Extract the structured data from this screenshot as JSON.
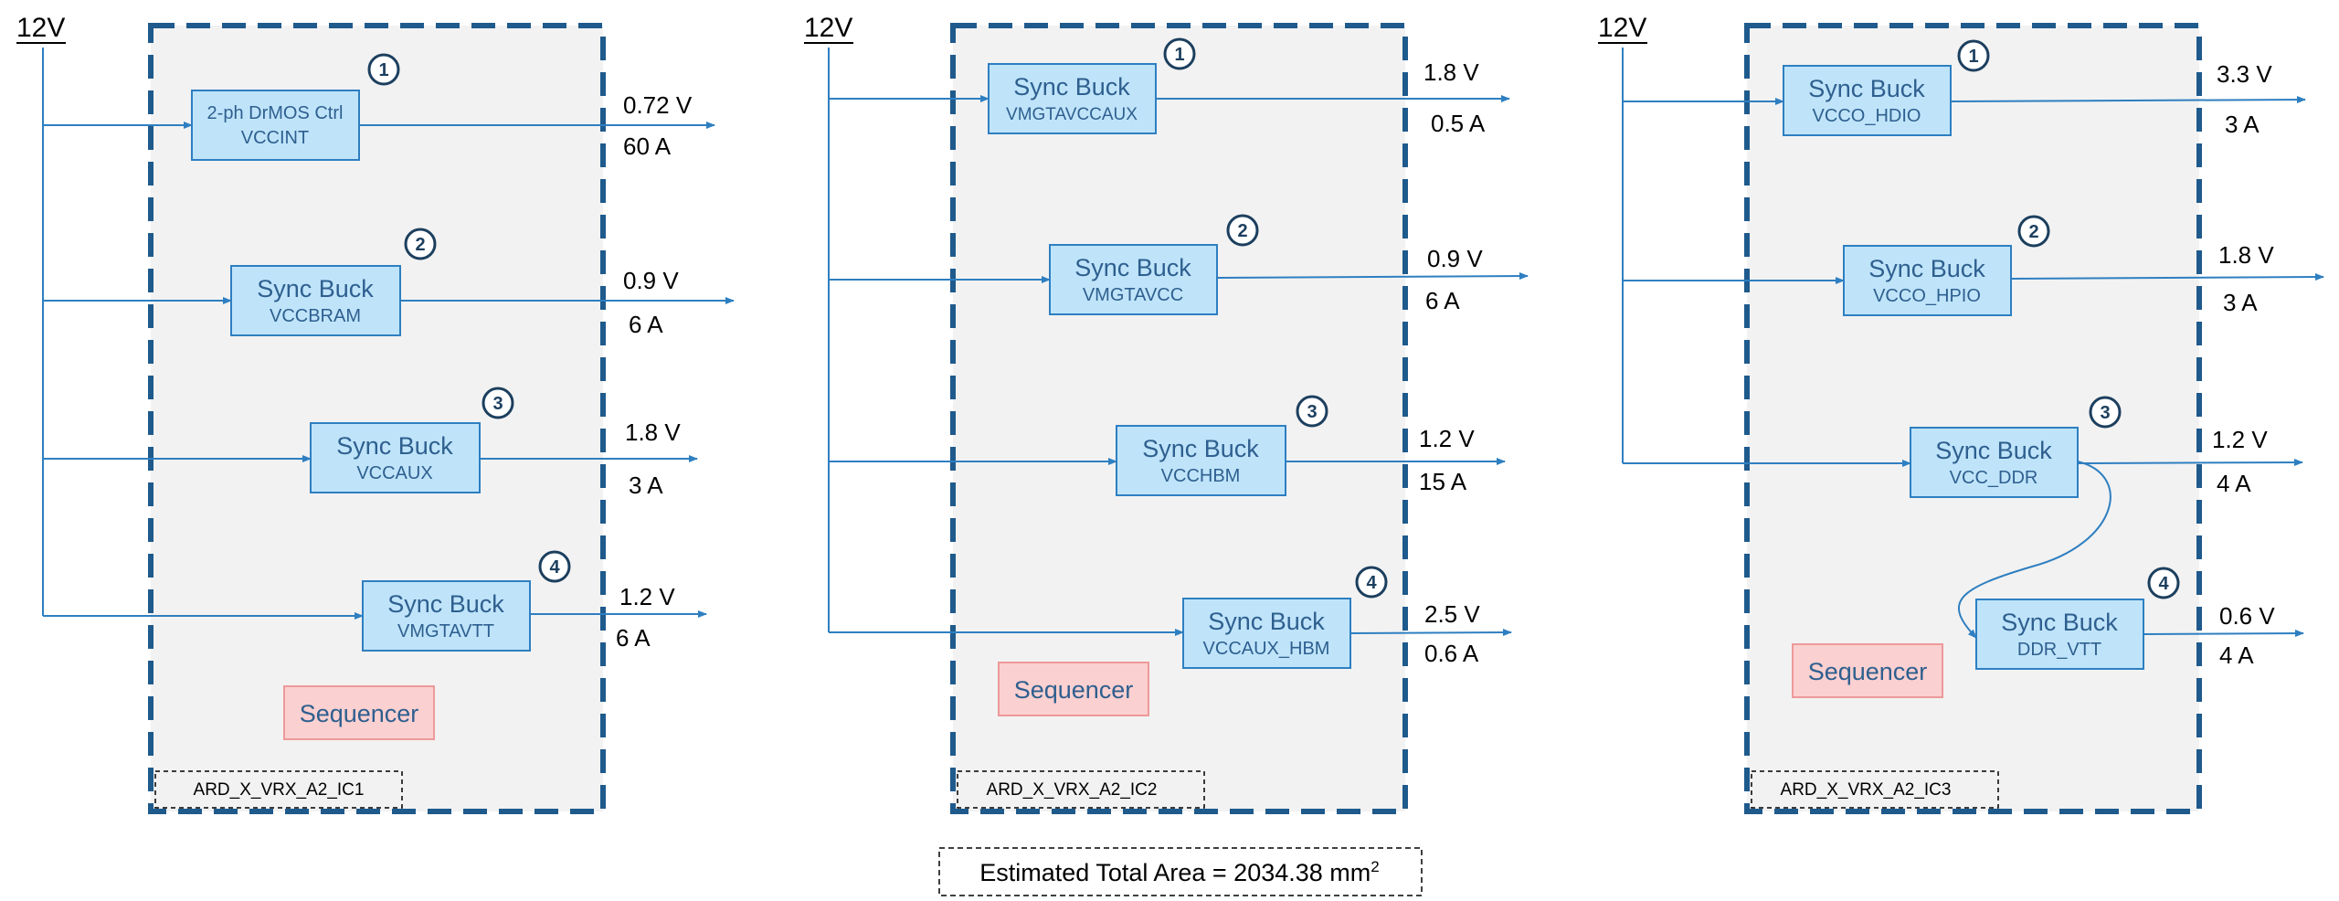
{
  "colors": {
    "wire": "#2e7fc1",
    "frame": "#1f5a8c",
    "panel": "#f2f2f2",
    "box_fill": "#bfe4fa",
    "box_stroke": "#2e7fc1",
    "box_text": "#2e5f8f",
    "sequencer_fill": "#fbd0d0",
    "sequencer_stroke": "#ee9999",
    "badge": "#1c3f5e"
  },
  "panels": [
    {
      "input_label": "12V",
      "board_tag": "ARD_X_VRX_A2_IC1",
      "sequencer_label": "Sequencer",
      "rails": [
        {
          "badge": "1",
          "title": "2-ph DrMOS Ctrl",
          "subtitle": "VCCINT",
          "voltage": "0.72 V",
          "current": "60 A"
        },
        {
          "badge": "2",
          "title": "Sync Buck",
          "subtitle": "VCCBRAM",
          "voltage": "0.9 V",
          "current": "6 A"
        },
        {
          "badge": "3",
          "title": "Sync Buck",
          "subtitle": "VCCAUX",
          "voltage": "1.8 V",
          "current": "3 A"
        },
        {
          "badge": "4",
          "title": "Sync Buck",
          "subtitle": "VMGTAVTT",
          "voltage": "1.2 V",
          "current": "6 A"
        }
      ]
    },
    {
      "input_label": "12V",
      "board_tag": "ARD_X_VRX_A2_IC2",
      "sequencer_label": "Sequencer",
      "rails": [
        {
          "badge": "1",
          "title": "Sync Buck",
          "subtitle": "VMGTAVCCAUX",
          "voltage": "1.8 V",
          "current": "0.5 A"
        },
        {
          "badge": "2",
          "title": "Sync Buck",
          "subtitle": "VMGTAVCC",
          "voltage": "0.9 V",
          "current": "6 A"
        },
        {
          "badge": "3",
          "title": "Sync Buck",
          "subtitle": "VCCHBM",
          "voltage": "1.2 V",
          "current": "15 A"
        },
        {
          "badge": "4",
          "title": "Sync Buck",
          "subtitle": "VCCAUX_HBM",
          "voltage": "2.5 V",
          "current": "0.6 A"
        }
      ]
    },
    {
      "input_label": "12V",
      "board_tag": "ARD_X_VRX_A2_IC3",
      "sequencer_label": "Sequencer",
      "rails": [
        {
          "badge": "1",
          "title": "Sync Buck",
          "subtitle": "VCCO_HDIO",
          "voltage": "3.3 V",
          "current": "3 A"
        },
        {
          "badge": "2",
          "title": "Sync Buck",
          "subtitle": "VCCO_HPIO",
          "voltage": "1.8 V",
          "current": "3 A"
        },
        {
          "badge": "3",
          "title": "Sync Buck",
          "subtitle": "VCC_DDR",
          "voltage": "1.2 V",
          "current": "4 A"
        },
        {
          "badge": "4",
          "title": "Sync Buck",
          "subtitle": "DDR_VTT",
          "voltage": "0.6 V",
          "current": "4 A"
        }
      ]
    }
  ],
  "summary": {
    "label": "Estimated Total Area = 2034.38 mm",
    "superscript": "2"
  }
}
